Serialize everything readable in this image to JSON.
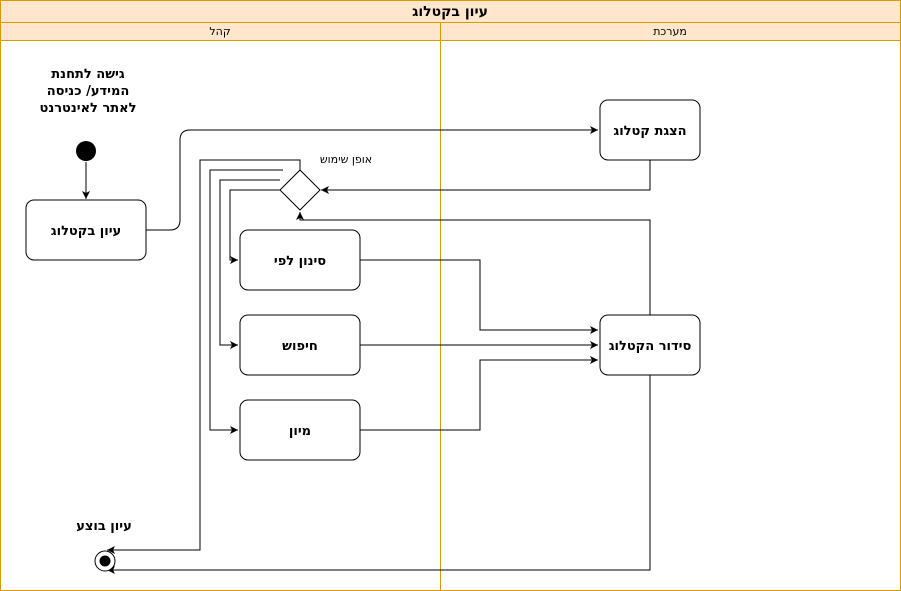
{
  "diagram": {
    "title": "עיון בקטלוג",
    "lanes": {
      "left": "קהל",
      "right": "מערכת"
    },
    "start_note": [
      "גישה לתחנת",
      "המידע/ כניסה",
      "לאתר לאינטרנט"
    ],
    "nodes": {
      "browse": "עיון בקטלוג",
      "show_catalog": "הצגת קטלוג",
      "filter": "סינון לפי",
      "search": "חיפוש",
      "sort": "מיון",
      "arrange": "סידור הקטלוג"
    },
    "decision_label": "אופן שימוש",
    "end_label": "עיון בוצע",
    "colors": {
      "header_fill": "#ffe6cc",
      "header_stroke": "#d79b00"
    }
  }
}
